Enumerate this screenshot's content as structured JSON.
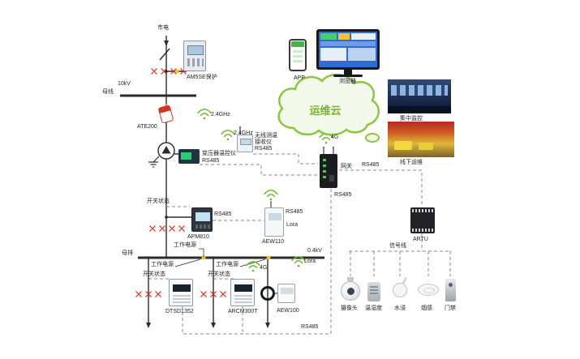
{
  "colors": {
    "cloud_green": "#8cc63e",
    "wire": "#2b2b2b",
    "phase_red": "#d42a1e",
    "tap_yellow": "#f0c419"
  },
  "icons": {
    "wireless": "wifi-arcs",
    "cloud": "cloud-shape"
  },
  "cloud": {
    "label": "运维云"
  },
  "clients": {
    "app": "APP",
    "browser": "浏览器"
  },
  "photos": {
    "central": "集中监控",
    "field": "线下运维"
  },
  "grid": {
    "mains": "市电",
    "hv": "10kV",
    "hv_bus": "母线",
    "lv_bus": "母排",
    "lv": "0.4kV",
    "work_power": "工作电源",
    "switch_status": "开关状态"
  },
  "devices": {
    "relay": "AM5SE保护",
    "ate200": "ATE200",
    "receiver_l1": "无线测温",
    "receiver_l2": "接收仪",
    "tr_ctl": "变压器温控仪",
    "gateway": "网关",
    "apm810": "APM810",
    "aew110": "AEW110",
    "artu": "ARTU",
    "dtsd": "DTSD1352",
    "arcm": "ARCM300T",
    "aew100": "AEW100"
  },
  "comm": {
    "rs485": "RS485",
    "lora": "Lora",
    "g4": "4G",
    "freq": "2.4GHz",
    "signal": "信号线"
  },
  "sensors": {
    "camera": "摄像头",
    "th": "温湿度",
    "water": "水浸",
    "smoke": "烟感",
    "door": "门禁"
  }
}
